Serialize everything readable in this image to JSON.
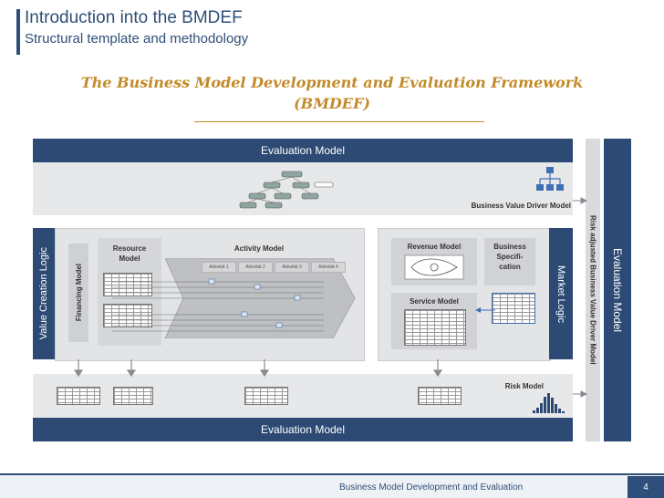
{
  "header": {
    "title": "Introduction into the BMDEF",
    "subtitle": "Structural template and methodology"
  },
  "heading": {
    "line1": "The Business Model Development and Evaluation Framework",
    "line2": "(BMDEF)"
  },
  "diagram": {
    "top_bar": "Evaluation Model",
    "bottom_bar": "Evaluation Model",
    "business_value_driver_model": "Business Value Driver Model",
    "value_creation_logic": "Value Creation Logic",
    "market_logic": "Market Logic",
    "financing_model": "Financing Model",
    "resource_model": "Resource Model",
    "activity_model": "Activity Model",
    "activities": [
      "Aktivität 1",
      "Aktivität 2",
      "Aktivität 3",
      "Aktivität 4"
    ],
    "revenue_model": "Revenue Model",
    "business_specification": "Business Speci­fi­cation",
    "service_model": "Service Model",
    "risk_model": "Risk Model",
    "right_bar": "Evaluation Model",
    "right_strip": "Risk adjusted Business Value Driver Model"
  },
  "footer": {
    "text": "Business Model Development and Evaluation",
    "page": "4"
  },
  "colors": {
    "title": "#2e4f79",
    "accent": "#c28a28",
    "bar": "#2c4a73"
  }
}
